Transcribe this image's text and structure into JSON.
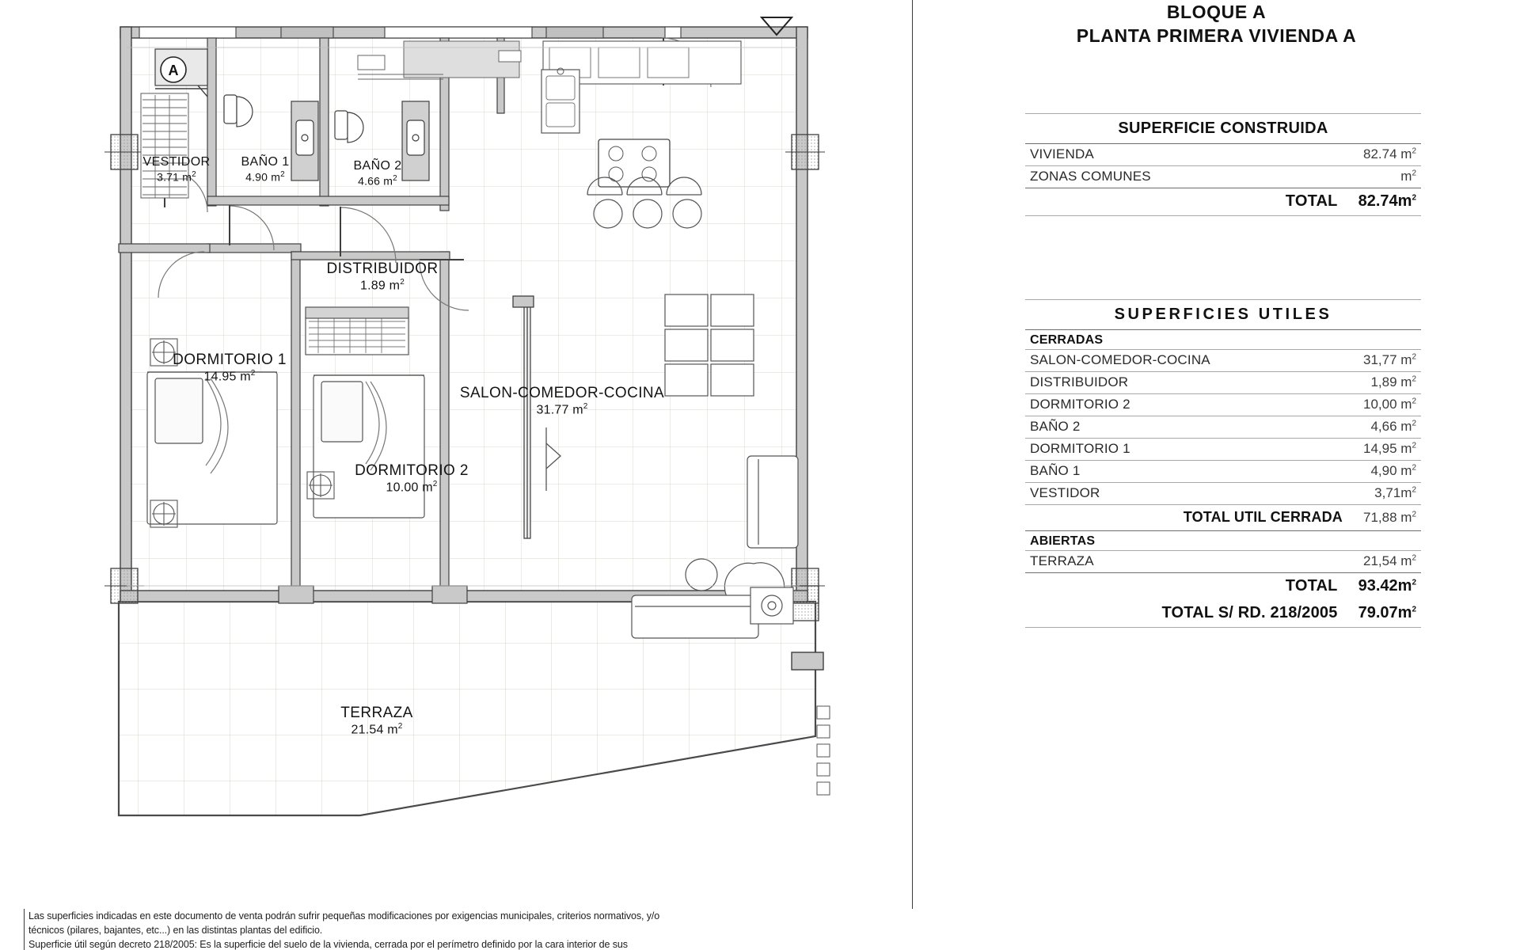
{
  "document": {
    "title_line1": "BLOQUE A",
    "title_line2": "PLANTA PRIMERA VIVIENDA A"
  },
  "superficie_construida": {
    "header": "SUPERFICIE CONSTRUIDA",
    "rows": [
      {
        "label": "VIVIENDA",
        "value": "82.74",
        "unit": "m",
        "exp": "2"
      },
      {
        "label": "ZONAS COMUNES",
        "value": "",
        "unit": "m",
        "exp": "2"
      }
    ],
    "total_label": "TOTAL",
    "total_value": "82.74",
    "total_unit": "m",
    "total_exp": "2"
  },
  "superficies_utiles": {
    "header": "SUPERFICIES UTILES",
    "cerradas_label": "CERRADAS",
    "cerradas": [
      {
        "label": "SALON-COMEDOR-COCINA",
        "value": "31,77",
        "unit": "m",
        "exp": "2"
      },
      {
        "label": "DISTRIBUIDOR",
        "value": "1,89",
        "unit": "m",
        "exp": "2"
      },
      {
        "label": "DORMITORIO 2",
        "value": "10,00",
        "unit": "m",
        "exp": "2"
      },
      {
        "label": "BAÑO 2",
        "value": "4,66",
        "unit": "m",
        "exp": "2"
      },
      {
        "label": "DORMITORIO 1",
        "value": "14,95",
        "unit": "m",
        "exp": "2"
      },
      {
        "label": "BAÑO 1",
        "value": "4,90",
        "unit": "m",
        "exp": "2"
      },
      {
        "label": "VESTIDOR",
        "value": "3,71",
        "unit": "m",
        "exp": "2"
      }
    ],
    "total_cerrada_label": "TOTAL UTIL CERRADA",
    "total_cerrada_value": "71,88",
    "total_cerrada_unit": "m",
    "total_cerrada_exp": "2",
    "abiertas_label": "ABIERTAS",
    "abiertas": [
      {
        "label": "TERRAZA",
        "value": "21,54",
        "unit": "m",
        "exp": "2"
      }
    ],
    "total_label": "TOTAL",
    "total_value": "93.42",
    "total_unit": "m",
    "total_exp": "2",
    "total_rd_label": "TOTAL S/ RD. 218/2005",
    "total_rd_value": "79.07",
    "total_rd_unit": "m",
    "total_rd_exp": "2"
  },
  "plan_rooms": [
    {
      "key": "vestidor",
      "name": "VESTIDOR",
      "area": "3.71",
      "unit": "m",
      "exp": "2"
    },
    {
      "key": "bano1",
      "name": "BAÑO 1",
      "area": "4.90",
      "unit": "m",
      "exp": "2"
    },
    {
      "key": "bano2",
      "name": "BAÑO 2",
      "area": "4.66",
      "unit": "m",
      "exp": "2"
    },
    {
      "key": "distribuidor",
      "name": "DISTRIBUIDOR",
      "area": "1.89",
      "unit": "m",
      "exp": "2"
    },
    {
      "key": "dormitorio1",
      "name": "DORMITORIO 1",
      "area": "14.95",
      "unit": "m",
      "exp": "2"
    },
    {
      "key": "dormitorio2",
      "name": "DORMITORIO 2",
      "area": "10.00",
      "unit": "m",
      "exp": "2"
    },
    {
      "key": "salon",
      "name": "SALON-COMEDOR-COCINA",
      "area": "31.77",
      "unit": "m",
      "exp": "2"
    },
    {
      "key": "terraza",
      "name": "TERRAZA",
      "area": "21.54",
      "unit": "m",
      "exp": "2"
    }
  ],
  "plan_marks": {
    "section_letter": "A",
    "north_arrow": "north-arrow"
  },
  "footer": {
    "line1": "Las superficies indicadas en este documento de venta podrán sufrir pequeñas modificaciones por exigencias municipales, criterios normativos, y/o",
    "line2": "técnicos (pilares, bajantes, etc...) en las distintas plantas del edificio.",
    "line3": "Superficie útil según decreto 218/2005: Es la superficie del suelo de la vivienda, cerrada por el perímetro definido por la cara interior de sus"
  },
  "colors": {
    "wall": "#4a4a4a",
    "wall_fill": "#c9c9c9",
    "grid": "#d8d4c8",
    "thin": "#8a8a8a",
    "text": "#1a1a1a"
  }
}
